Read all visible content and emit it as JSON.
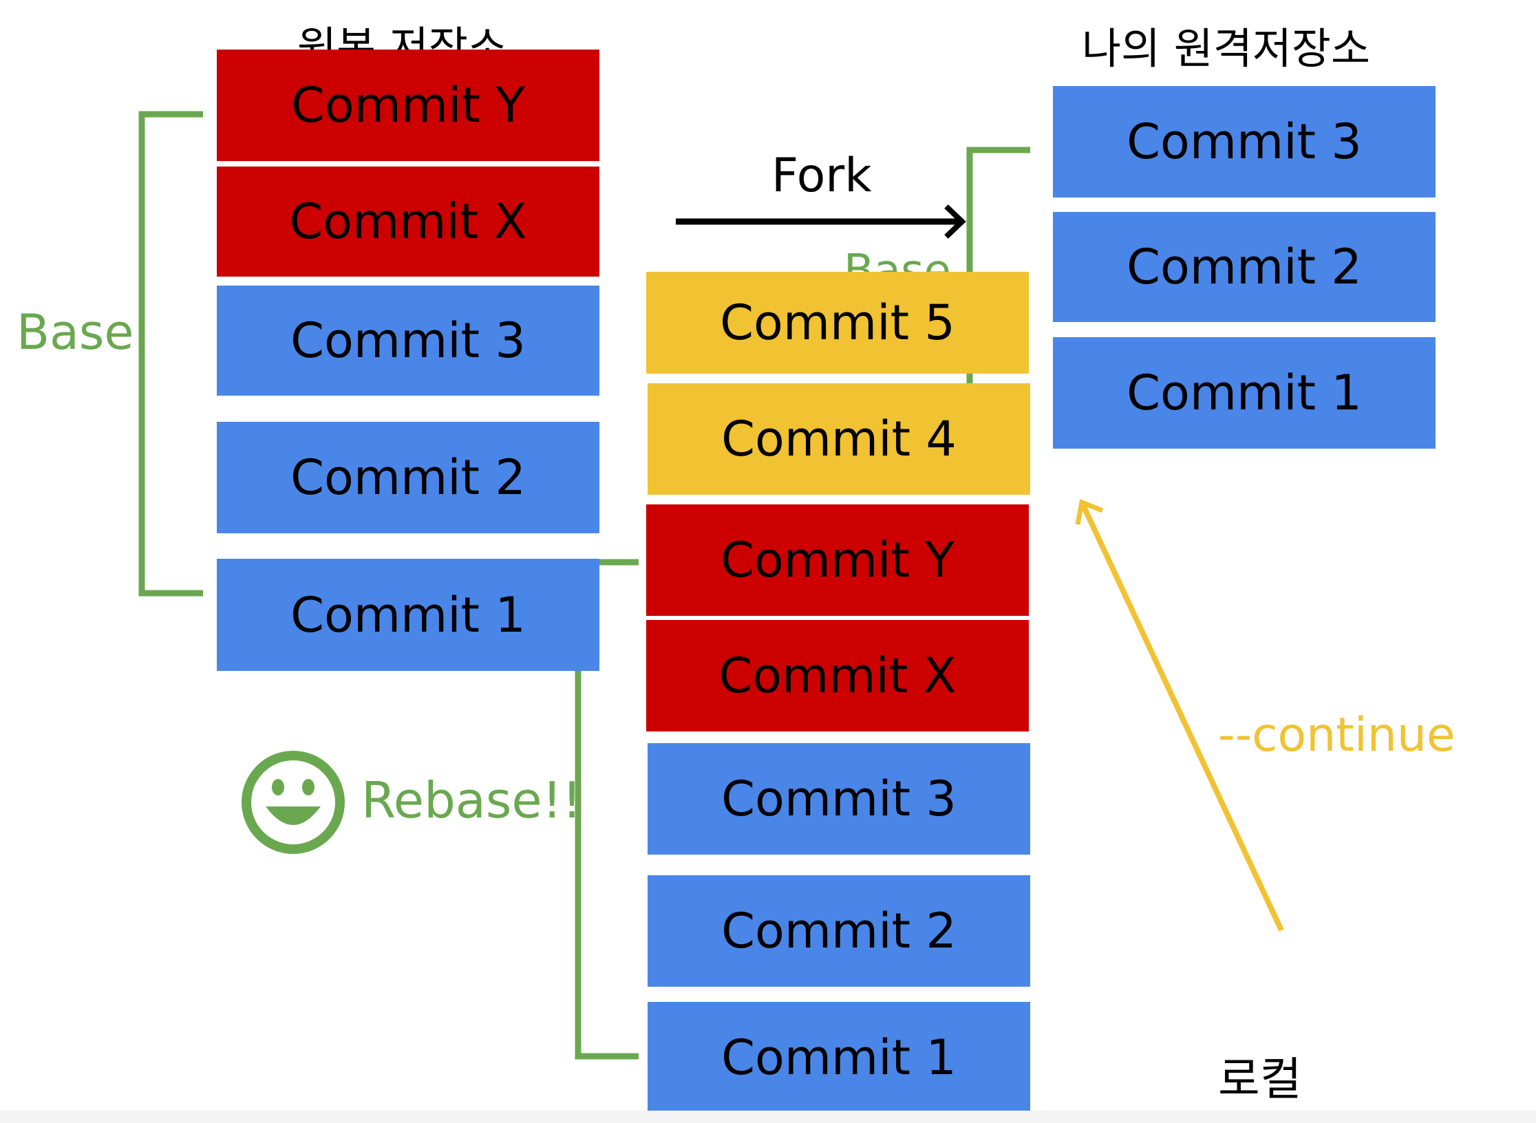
{
  "colors": {
    "red": "#cc0000",
    "blue": "#4a86e8",
    "yellow": "#f1c232",
    "green": "#6aa84f",
    "arrow": "#000000"
  },
  "origin_repo": {
    "title": "원본 저장소",
    "commits": [
      {
        "label": "Commit Y",
        "color": "red"
      },
      {
        "label": "Commit X",
        "color": "red"
      },
      {
        "label": "Commit 3",
        "color": "blue"
      },
      {
        "label": "Commit 2",
        "color": "blue"
      },
      {
        "label": "Commit 1",
        "color": "blue"
      }
    ],
    "base_label": "Base"
  },
  "fork": {
    "label": "Fork",
    "base_label": "Base"
  },
  "my_remote_repo": {
    "title": "나의 원격저장소",
    "commits": [
      {
        "label": "Commit 3",
        "color": "blue"
      },
      {
        "label": "Commit 2",
        "color": "blue"
      },
      {
        "label": "Commit 1",
        "color": "blue"
      }
    ]
  },
  "local_repo": {
    "title": "로컬",
    "commits": [
      {
        "label": "Commit 5",
        "color": "yellow"
      },
      {
        "label": "Commit 4",
        "color": "yellow"
      },
      {
        "label": "Commit Y",
        "color": "red"
      },
      {
        "label": "Commit X",
        "color": "red"
      },
      {
        "label": "Commit 3",
        "color": "blue"
      },
      {
        "label": "Commit 2",
        "color": "blue"
      },
      {
        "label": "Commit 1",
        "color": "blue"
      }
    ]
  },
  "rebase": {
    "label": "Rebase!!",
    "icon": "smiley-face-icon"
  },
  "continue_label": "--continue"
}
